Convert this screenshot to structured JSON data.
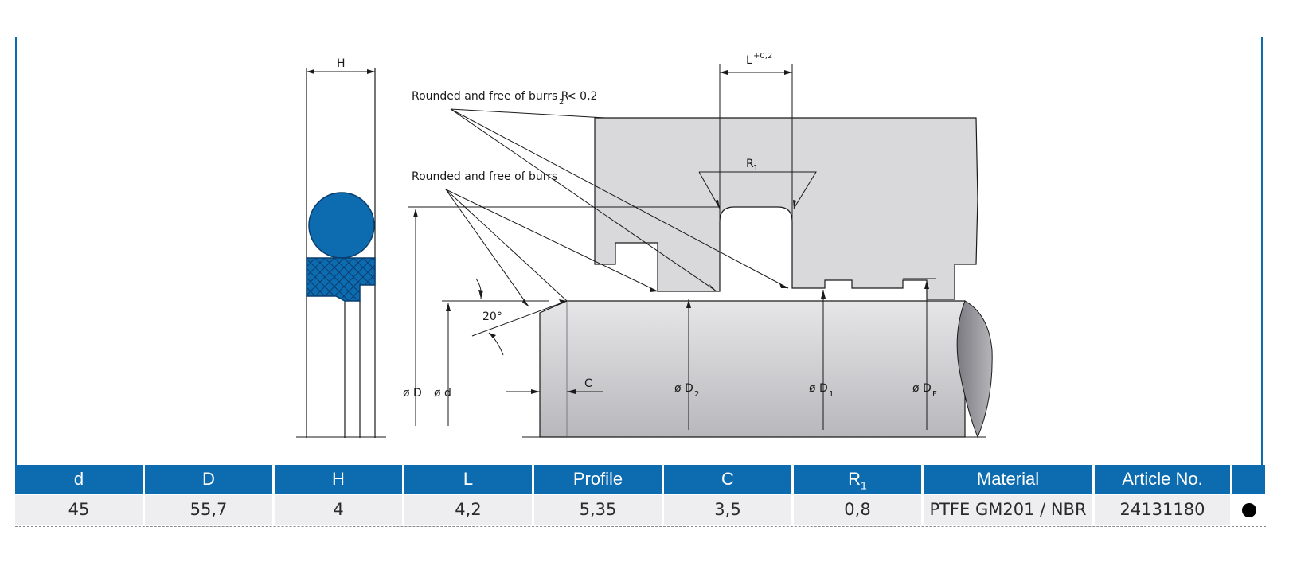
{
  "diagram": {
    "label_H": "H",
    "label_L": "L",
    "label_L_tol": "+0,2",
    "label_r2_note": "Rounded and free of burrs R",
    "label_r2_sub": "2",
    "label_r2_val": "< 0,2",
    "label_burrs": "Rounded and free of burrs",
    "label_R1": "R",
    "label_R1_sub": "1",
    "label_angle": "20°",
    "label_C": "C",
    "label_phiD": "ø D",
    "label_phid": "ø d",
    "label_phiD2": "ø D",
    "label_phiD2_sub": "2",
    "label_phiD1": "ø D",
    "label_phiD1_sub": "1",
    "label_phiDF": "ø D",
    "label_phiDF_sub": "F",
    "colors": {
      "seal_blue": "#0d6bb0",
      "housing_gray": "#d9d9db",
      "shaft_gray": "#cfcfd1"
    }
  },
  "table": {
    "headers": [
      "d",
      "D",
      "H",
      "L",
      "Profile",
      "C",
      "R",
      "Material",
      "Article No.",
      ""
    ],
    "header_r_sub": "1",
    "row": [
      "45",
      "55,7",
      "4",
      "4,2",
      "5,35",
      "3,5",
      "0,8",
      "PTFE GM201 / NBR",
      "24131180"
    ],
    "availability_icon": "filled-circle-icon"
  }
}
